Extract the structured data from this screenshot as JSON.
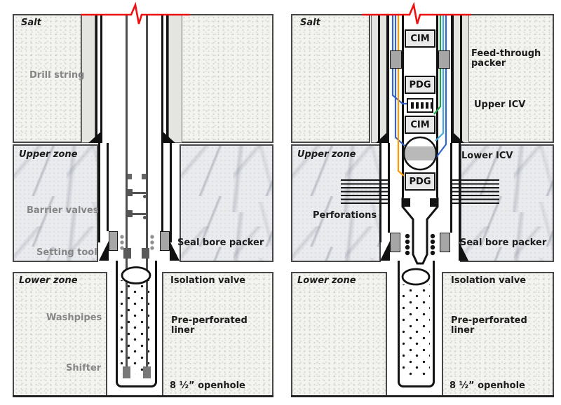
{
  "figure": {
    "type": "well-completion-schematic",
    "panel_count": 2
  },
  "colors": {
    "break_line": "#ee1111",
    "label_dark": "#1c1c1c",
    "label_gray": "#868686",
    "packer_gray": "#a6a6a6",
    "wire_blue": "#3366cc",
    "wire_orange": "#ff9900",
    "wire_green": "#22a344",
    "wire_cyan": "#45aadd"
  },
  "left": {
    "zones": {
      "salt": "Salt",
      "upper": "Upper zone",
      "lower": "Lower zone"
    },
    "labels": {
      "drill_string": "Drill string",
      "barrier_valves": "Barrier valves",
      "setting_tool": "Setting tool",
      "seal_bore_packer": "Seal bore packer",
      "isolation_valve": "Isolation valve",
      "washpipes": "Washpipes",
      "pre_perforated_liner": "Pre-perforated liner",
      "shifter": "Shifter",
      "openhole": "8 ½” openhole"
    }
  },
  "right": {
    "zones": {
      "salt": "Salt",
      "upper": "Upper zone",
      "lower": "Lower zone"
    },
    "boxes": {
      "cim_upper": "CIM",
      "pdg_upper": "PDG",
      "cim_mid": "CIM",
      "pdg_lower": "PDG"
    },
    "labels": {
      "feed_through_packer": "Feed-through packer",
      "upper_icv": "Upper ICV",
      "lower_icv": "Lower ICV",
      "perforations": "Perforations",
      "seal_bore_packer": "Seal bore packer",
      "isolation_valve": "Isolation valve",
      "pre_perforated_liner": "Pre-perforated liner",
      "openhole": "8 ½” openhole"
    }
  }
}
